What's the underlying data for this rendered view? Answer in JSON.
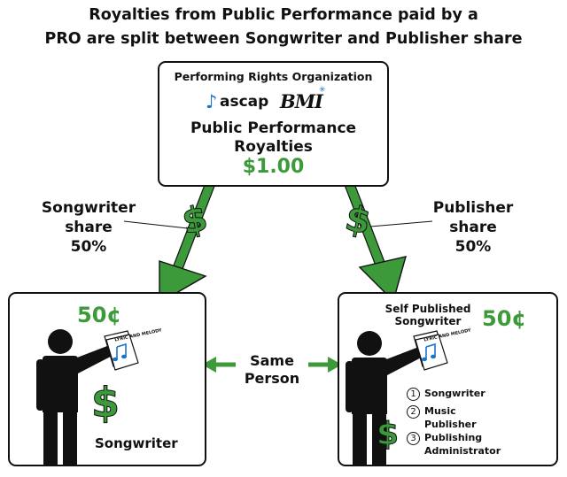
{
  "title": {
    "line1": "Royalties from Public Performance paid by a",
    "line2": "PRO are split between Songwriter and Publisher share"
  },
  "pro_box": {
    "heading": "Performing Rights Organization",
    "logo_ascap": "ascap",
    "logo_bmi": "BMI",
    "label_line1": "Public Performance",
    "label_line2": "Royalties",
    "amount": "$1.00"
  },
  "songwriter_share": {
    "line1": "Songwriter",
    "line2": "share",
    "percent": "50%"
  },
  "publisher_share": {
    "line1": "Publisher",
    "line2": "share",
    "percent": "50%"
  },
  "left_box": {
    "amount": "50¢",
    "caption": "Songwriter",
    "sheet_text": "LYRIC AND MELODY"
  },
  "right_box": {
    "heading_line1": "Self Published",
    "heading_line2": "Songwriter",
    "amount": "50¢",
    "sheet_text": "LYRIC AND MELODY",
    "roles": [
      {
        "num": "1",
        "line1": "Songwriter",
        "line2": ""
      },
      {
        "num": "2",
        "line1": "Music",
        "line2": "Publisher"
      },
      {
        "num": "3",
        "line1": "Publishing",
        "line2": "Administrator"
      }
    ]
  },
  "same_person": {
    "line1": "Same",
    "line2": "Person"
  },
  "colors": {
    "green": "#3c9a3a",
    "ink": "#111111",
    "ascap_blue": "#1a73c9"
  },
  "icons": [
    "dollar-sign-icon",
    "person-icon",
    "music-sheet-icon",
    "music-note-icon",
    "double-arrow-icon"
  ]
}
